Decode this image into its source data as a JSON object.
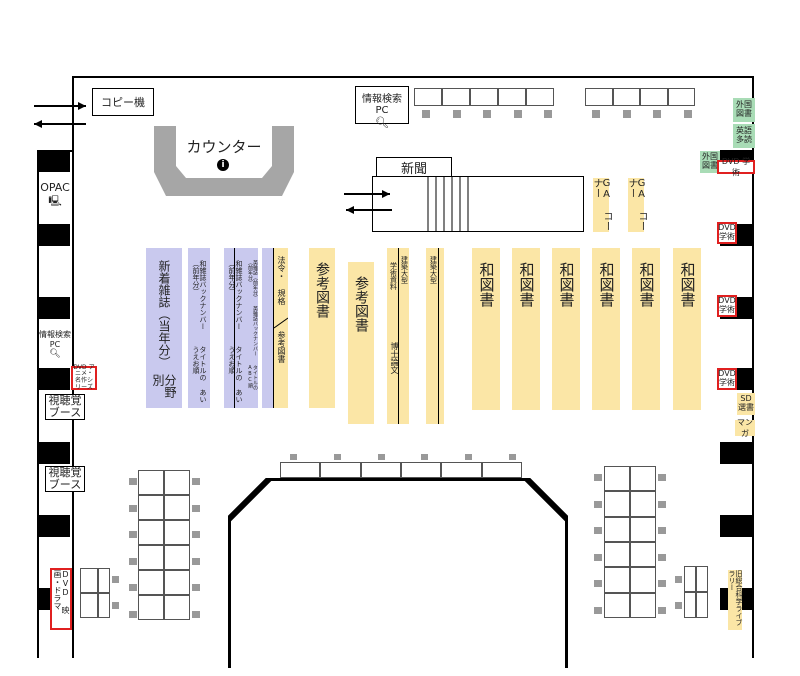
{
  "map": {
    "copy": "コピー機",
    "search_pc_top": "情報検索PC",
    "search_pc_left_1": "情報検索",
    "search_pc_left_2": "PC",
    "counter": "カウンター",
    "newspaper": "新聞",
    "opac": "OPAC",
    "ga1": "GA コーナー",
    "ga2": "GA コーナー",
    "foreign_1": "外国 図書",
    "english": "英語 多読",
    "foreign_2": "外国 図書",
    "dvd_gakujutsu_h": "DVD 学術",
    "dvd_gakujutsu_v1": "DVD 学術",
    "dvd_gakujutsu_v2": "DVD 学術",
    "dvd_gakujutsu_v3": "DVD 学術",
    "dvd_anime": "DVD アニメ・ 名作シリーズ",
    "av_booth_1": "視聴覚 ブース",
    "av_booth_2": "視聴覚 ブース",
    "dvd_drama": "DVD 映画・ドラマ",
    "sd": "SD 選書",
    "manga": "マンガ",
    "tsuyama": "旧総合科学ライブラリー",
    "shinchaku_1": "新着雑誌（当年分）",
    "shinchaku_2": "分野別",
    "waza_back_1": "和雑誌バックナンバー（前年分）",
    "waza_back_1b": "タイトルの あいうえお順",
    "waza_back_2": "和雑誌バックナンバー（前年分）",
    "waza_back_2b": "タイトルの あいうえお順",
    "eiza_back": "英雑誌（前年分） 英雑誌バックナンバー（前年分）",
    "eiza_back_b": "タイトルの ABC順",
    "hourei": "法令・ 規格",
    "sanko_small": "参考図書",
    "sanko_1": "参考図書",
    "sanko_2": "参考図書",
    "kenchiku_1": "建築大型",
    "gakujutsu_shiryo": "学術資料",
    "hakushi": "博士論文",
    "kenchiku_2": "建築大型",
    "wa_tosho": [
      "和図書",
      "和図書",
      "和図書",
      "和図書",
      "和図書",
      "和図書"
    ]
  }
}
